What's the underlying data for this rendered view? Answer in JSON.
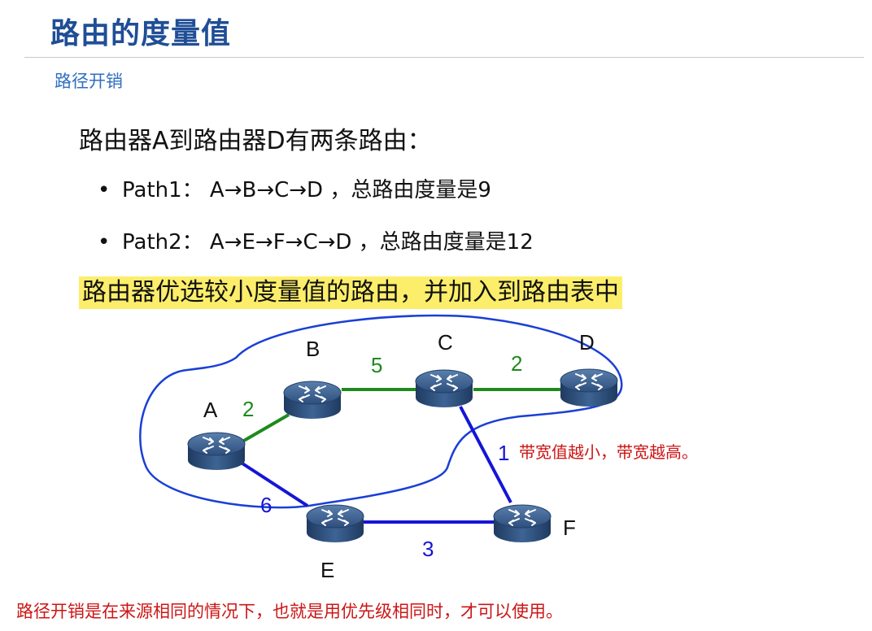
{
  "header": {
    "title": "路由的度量值",
    "subtitle": "路径开销"
  },
  "content": {
    "heading": "路由器A到路由器D有两条路由：",
    "bullets": [
      "Path1： A→B→C→D ，总路由度量是9",
      "Path2： A→E→F→C→D ，总路由度量是12"
    ],
    "highlight": "路由器优选较小度量值的路由，并加入到路由表中"
  },
  "diagram": {
    "nodes": [
      "A",
      "B",
      "C",
      "D",
      "E",
      "F"
    ],
    "weights": {
      "A-B": "2",
      "B-C": "5",
      "C-D": "2",
      "A-E": "6",
      "E-F": "3",
      "C-F": "1"
    },
    "colors": {
      "path1": "#1e8a1e",
      "path2": "#1515d6",
      "loop": "#1a3fd6",
      "router": "#2e4f7e"
    },
    "note": "带宽值越小，带宽越高。"
  },
  "footer": {
    "text": "路径开销是在来源相同的情况下，也就是用优先级相同时，才可以使用。"
  }
}
